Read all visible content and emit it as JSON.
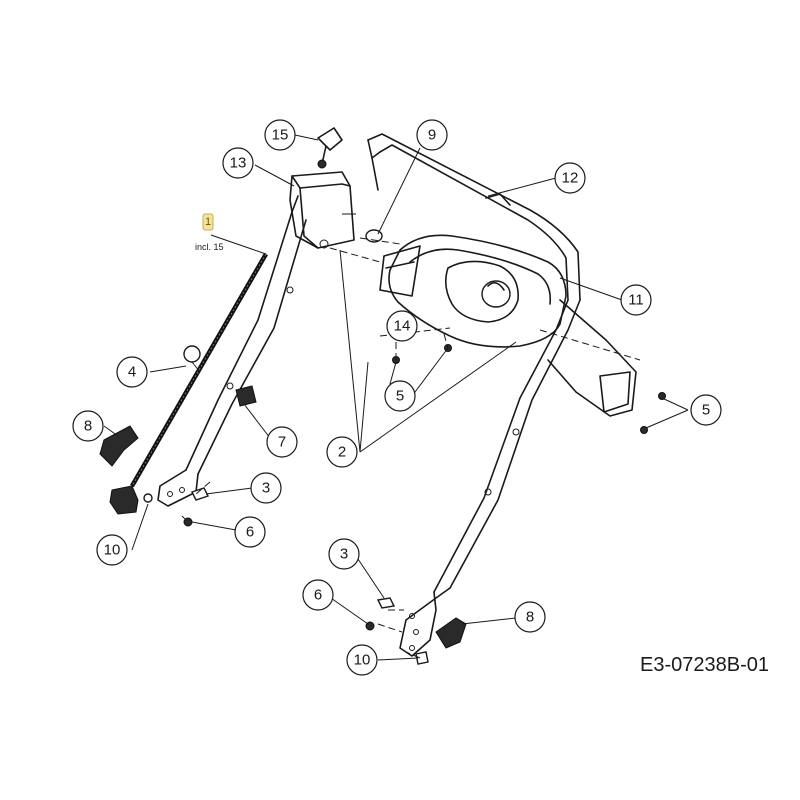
{
  "drawing_code": "E3-07238B-01",
  "incl_note": "incl. 15",
  "cable_callout": "1",
  "callouts": {
    "c15": "15",
    "c13": "13",
    "c9": "9",
    "c12": "12",
    "c11": "11",
    "c14": "14",
    "c4": "4",
    "c7": "7",
    "c5_center": "5",
    "c5_right": "5",
    "c2": "2",
    "c8_left": "8",
    "c3_left": "3",
    "c6_left": "6",
    "c10_left": "10",
    "c3_bottom": "3",
    "c6_bottom": "6",
    "c8_bottom": "8",
    "c10_bottom": "10"
  },
  "colors": {
    "line": "#1a1a1a",
    "cable_callout_fill": "#f2e4a0"
  }
}
